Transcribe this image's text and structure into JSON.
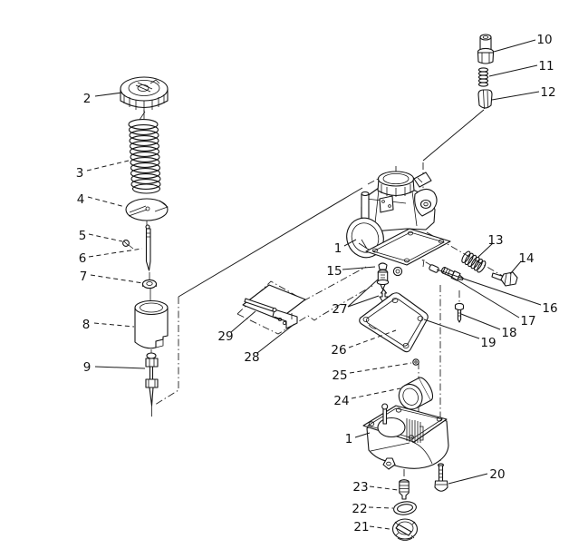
{
  "diagram": {
    "kind": "exploded parts diagram",
    "ink_color": "#141414",
    "background_color": "#ffffff"
  },
  "callouts": {
    "c1a": "1",
    "c1b": "1",
    "c2": "2",
    "c3": "3",
    "c4": "4",
    "c5": "5",
    "c6": "6",
    "c7": "7",
    "c8": "8",
    "c9": "9",
    "c10": "10",
    "c11": "11",
    "c12": "12",
    "c13": "13",
    "c14": "14",
    "c15": "15",
    "c16": "16",
    "c17": "17",
    "c18": "18",
    "c19": "19",
    "c20": "20",
    "c21": "21",
    "c22": "22",
    "c23": "23",
    "c24": "24",
    "c25": "25",
    "c26": "26",
    "c27": "27",
    "c28": "28",
    "c29": "29"
  }
}
